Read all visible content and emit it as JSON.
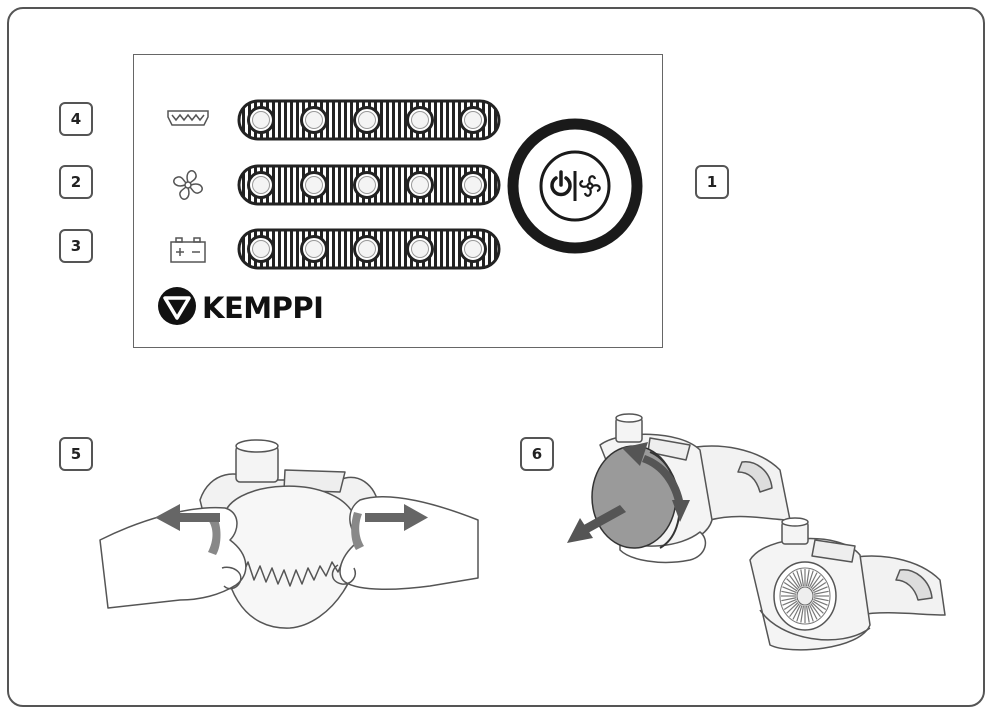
{
  "callouts": {
    "n1": "1",
    "n2": "2",
    "n3": "3",
    "n4": "4",
    "n5": "5",
    "n6": "6"
  },
  "panel": {
    "brand": "KEMPPI",
    "rows": [
      {
        "icon": "filter-icon",
        "leds": 5
      },
      {
        "icon": "fan-icon",
        "leds": 5
      },
      {
        "icon": "battery-icon",
        "leds": 5
      }
    ],
    "button_icon": "power-fan-icon"
  },
  "colors": {
    "line": "#555555",
    "dark": "#1a1a1a",
    "filter_grey": "#9a9a9a",
    "arrow_grey": "#666666"
  }
}
